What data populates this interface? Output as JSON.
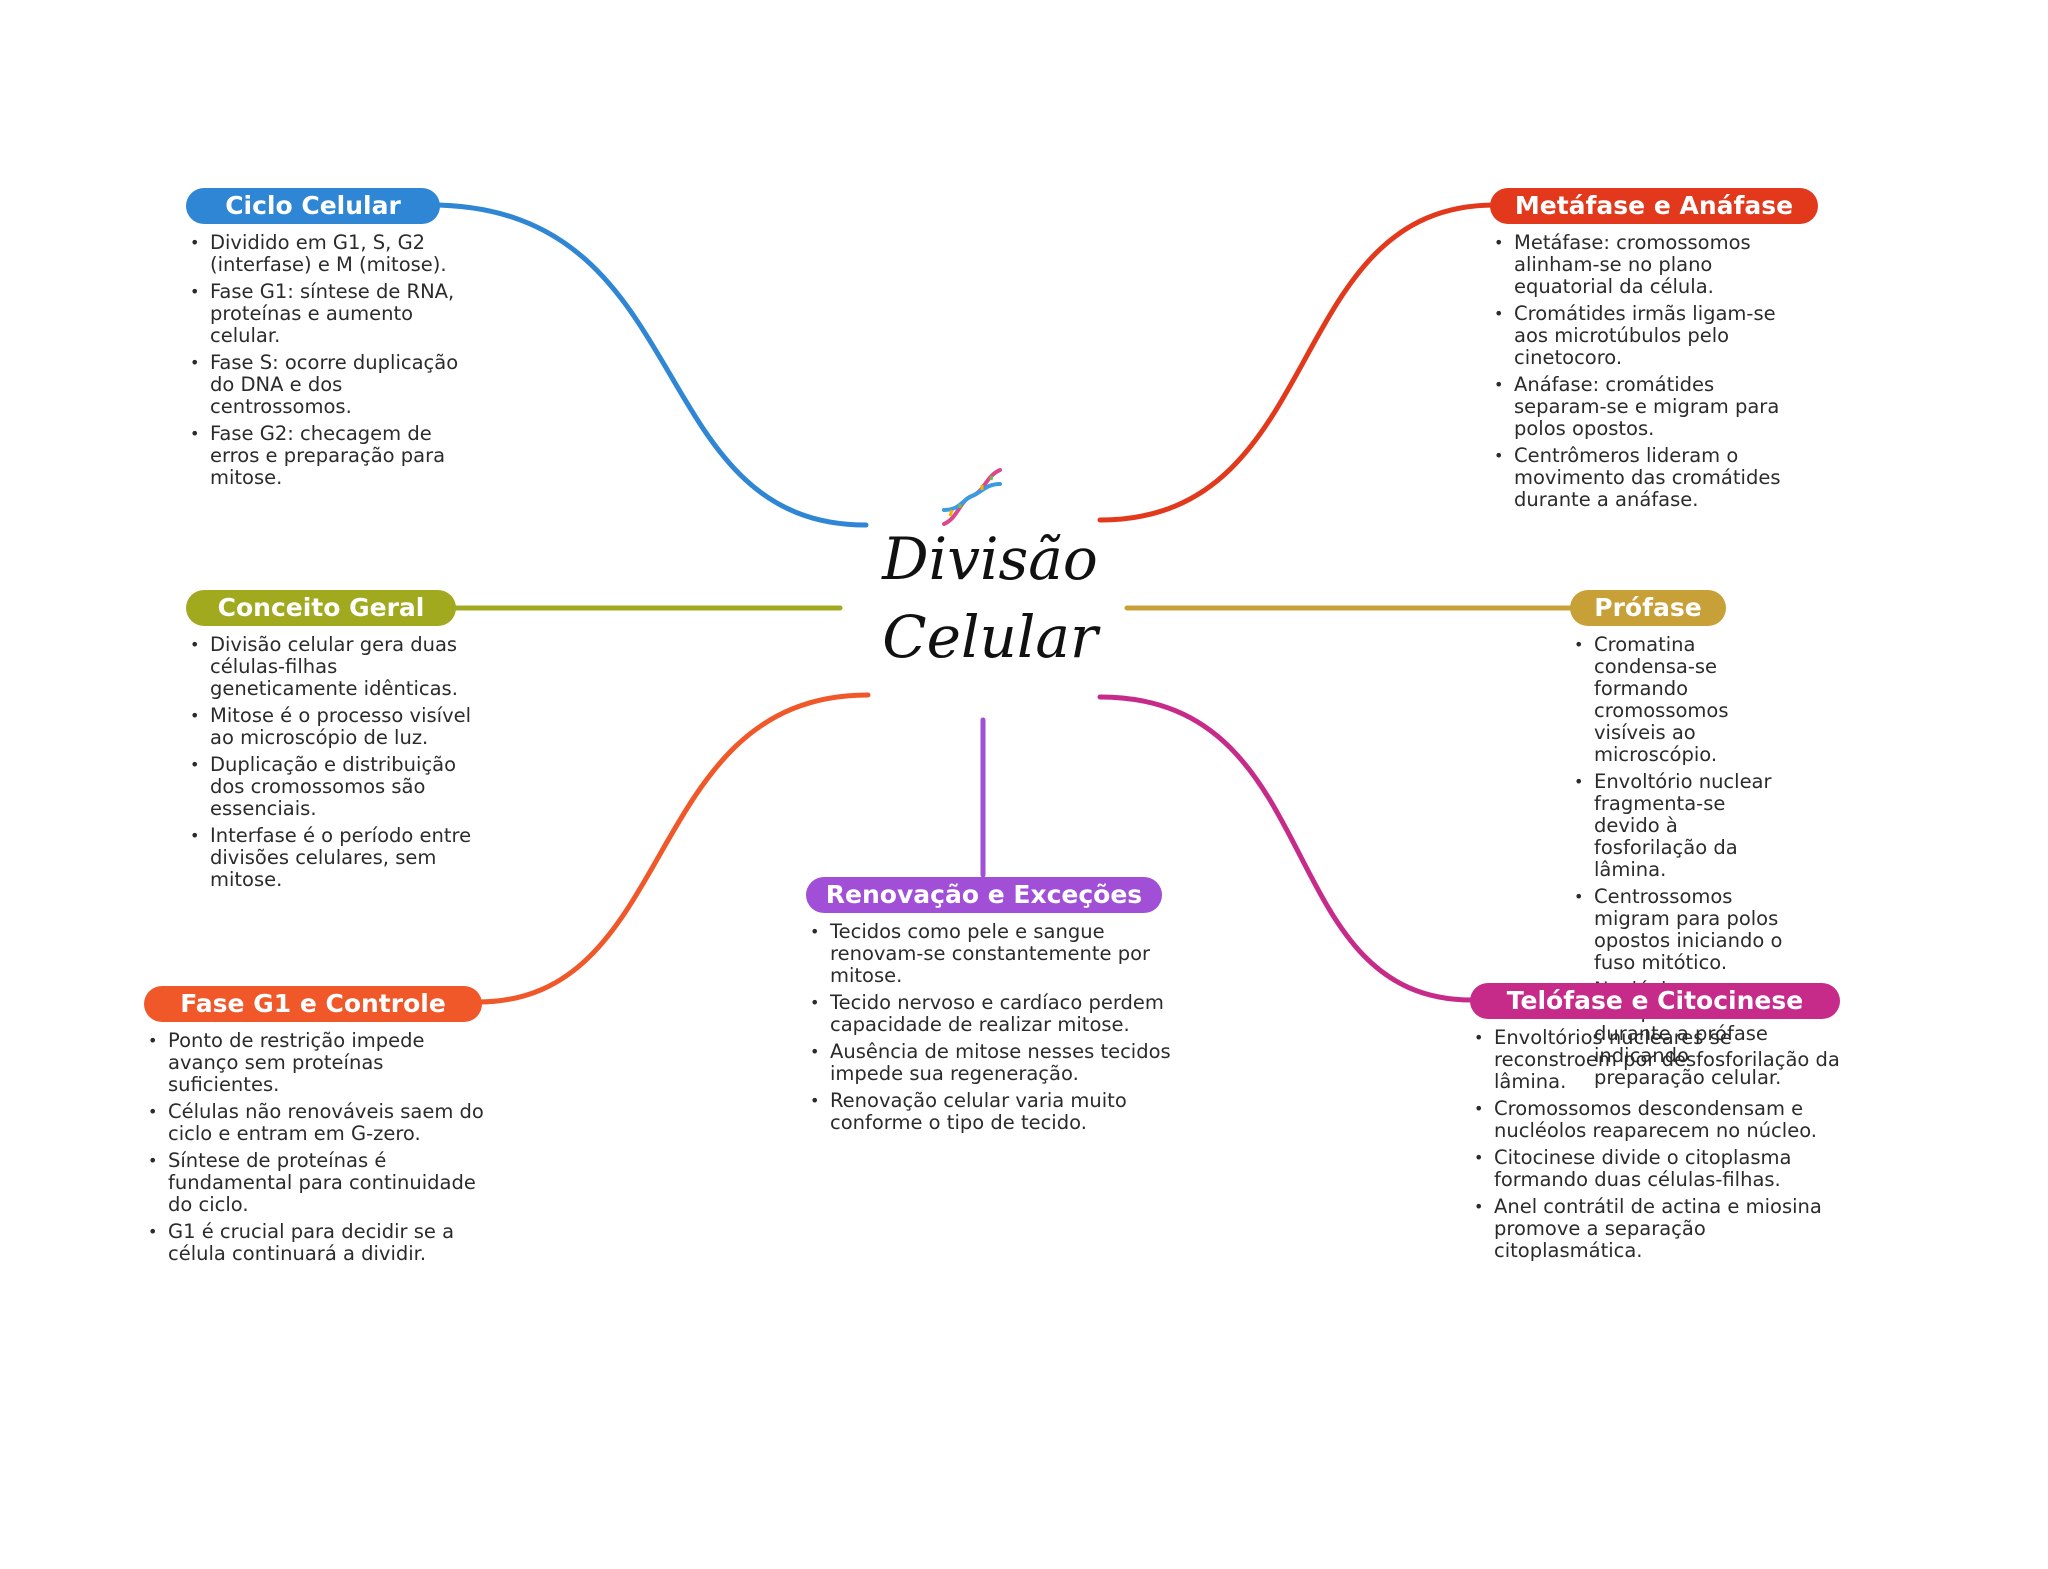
{
  "title": "Divisão Celular",
  "title_lines": [
    "Divisão",
    "Celular"
  ],
  "center_icon": "dna-icon",
  "colors": {
    "ciclo": "#2f86d4",
    "conceito": "#a1aa1f",
    "fase_g1": "#f0582a",
    "renovacao": "#a04fd6",
    "metafase": "#e2391c",
    "profase": "#c8a038",
    "telofase": "#c72b8a"
  },
  "branches": {
    "ciclo": {
      "label": "Ciclo Celular",
      "items": [
        "Dividido em G1, S, G2 (interfase) e M (mitose).",
        "Fase G1: síntese de RNA, proteínas e aumento celular.",
        "Fase S: ocorre duplicação do DNA e dos centrossomos.",
        "Fase G2: checagem de erros e preparação para mitose."
      ]
    },
    "conceito": {
      "label": "Conceito Geral",
      "items": [
        "Divisão celular gera duas células-filhas geneticamente idênticas.",
        "Mitose é o processo visível ao microscópio de luz.",
        "Duplicação e distribuição dos cromossomos são essenciais.",
        "Interfase é o período entre divisões celulares, sem mitose."
      ]
    },
    "fase_g1": {
      "label": "Fase G1 e Controle",
      "items": [
        "Ponto de restrição impede avanço sem proteínas suficientes.",
        "Células não renováveis saem do ciclo e entram em G-zero.",
        "Síntese de proteínas é fundamental para continuidade do ciclo.",
        "G1 é crucial para decidir se a célula continuará a dividir."
      ]
    },
    "renovacao": {
      "label": "Renovação e Exceções",
      "items": [
        "Tecidos como pele e sangue renovam-se constantemente por mitose.",
        "Tecido nervoso e cardíaco perdem capacidade de realizar mitose.",
        "Ausência de mitose nesses tecidos impede sua regeneração.",
        "Renovação celular varia muito conforme o tipo de tecido."
      ]
    },
    "metafase": {
      "label": "Metáfase e Anáfase",
      "items": [
        "Metáfase: cromossomos alinham-se no plano equatorial da célula.",
        "Cromátides irmãs ligam-se aos microtúbulos pelo cinetocoro.",
        "Anáfase: cromátides separam-se e migram para polos opostos.",
        "Centrômeros lideram o movimento das cromátides durante a anáfase."
      ]
    },
    "profase": {
      "label": "Prófase",
      "items": [
        "Cromatina condensa-se formando cromossomos visíveis ao microscópio.",
        "Envoltório nuclear fragmenta-se devido à fosforilação da lâmina.",
        "Centrossomos migram para polos opostos iniciando o fuso mitótico.",
        "Nucléolo desaparece durante a prófase indicando preparação celular."
      ]
    },
    "telofase": {
      "label": "Telófase e Citocinese",
      "items": [
        "Envoltórios nucleares se reconstroem por desfosforilação da lâmina.",
        "Cromossomos descondensam e nucléolos reaparecem no núcleo.",
        "Citocinese divide o citoplasma formando duas células-filhas.",
        "Anel contrátil de actina e miosina promove a separação citoplasmática."
      ]
    }
  }
}
